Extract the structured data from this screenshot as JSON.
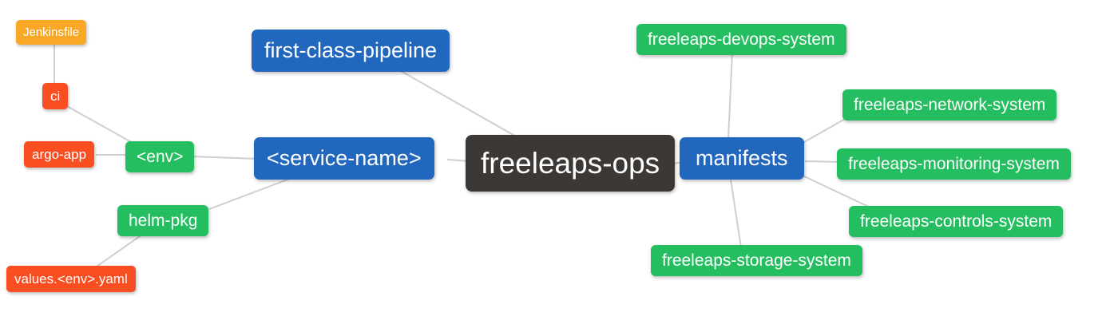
{
  "mindmap": {
    "title": "freeleaps-ops repository structure mind map",
    "colors": {
      "root": "#3b3835",
      "level1": "#2267be",
      "level2": "#24be60",
      "level3": "#f94d22",
      "level4": "#f9a826",
      "edge": "#cfcfcf",
      "text": "#ffffff",
      "background": "#ffffff"
    },
    "nodes": [
      {
        "id": "freeleaps-ops",
        "label": "freeleaps-ops",
        "level": 0
      },
      {
        "id": "first-class-pipeline",
        "label": "first-class-pipeline",
        "level": 1
      },
      {
        "id": "service-name",
        "label": "<service-name>",
        "level": 1
      },
      {
        "id": "manifests",
        "label": "manifests",
        "level": 1
      },
      {
        "id": "env",
        "label": "<env>",
        "level": 2
      },
      {
        "id": "helm-pkg",
        "label": "helm-pkg",
        "level": 2
      },
      {
        "id": "ci",
        "label": "ci",
        "level": 3
      },
      {
        "id": "argo-app",
        "label": "argo-app",
        "level": 3
      },
      {
        "id": "values-env-yaml",
        "label": "values.<env>.yaml",
        "level": 3
      },
      {
        "id": "jenkinsfile",
        "label": "Jenkinsfile",
        "level": 4
      },
      {
        "id": "freeleaps-devops-system",
        "label": "freeleaps-devops-system",
        "level": 2
      },
      {
        "id": "freeleaps-network-system",
        "label": "freeleaps-network-system",
        "level": 2
      },
      {
        "id": "freeleaps-monitoring-system",
        "label": "freeleaps-monitoring-system",
        "level": 2
      },
      {
        "id": "freeleaps-controls-system",
        "label": "freeleaps-controls-system",
        "level": 2
      },
      {
        "id": "freeleaps-storage-system",
        "label": "freeleaps-storage-system",
        "level": 2
      }
    ],
    "edges": [
      {
        "from": "freeleaps-ops",
        "to": "first-class-pipeline"
      },
      {
        "from": "freeleaps-ops",
        "to": "service-name"
      },
      {
        "from": "freeleaps-ops",
        "to": "manifests"
      },
      {
        "from": "service-name",
        "to": "env"
      },
      {
        "from": "service-name",
        "to": "helm-pkg"
      },
      {
        "from": "env",
        "to": "ci"
      },
      {
        "from": "env",
        "to": "argo-app"
      },
      {
        "from": "ci",
        "to": "jenkinsfile"
      },
      {
        "from": "helm-pkg",
        "to": "values-env-yaml"
      },
      {
        "from": "manifests",
        "to": "freeleaps-devops-system"
      },
      {
        "from": "manifests",
        "to": "freeleaps-network-system"
      },
      {
        "from": "manifests",
        "to": "freeleaps-monitoring-system"
      },
      {
        "from": "manifests",
        "to": "freeleaps-controls-system"
      },
      {
        "from": "manifests",
        "to": "freeleaps-storage-system"
      }
    ]
  }
}
